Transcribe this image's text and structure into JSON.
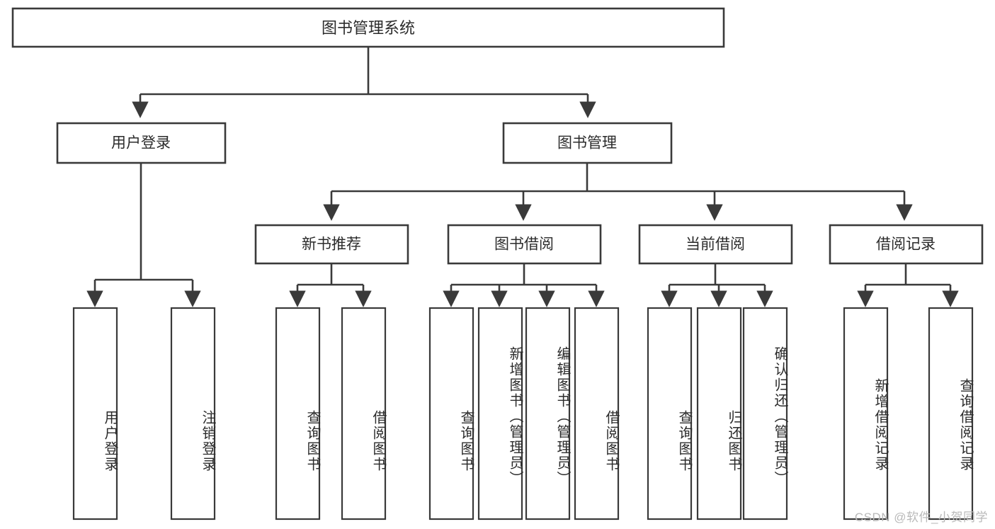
{
  "diagram": {
    "title": "图书管理系统",
    "watermark": "CSDN @软件_小贺同学",
    "type": "tree",
    "orientation": "top-down",
    "colors": {
      "background": "#ffffff",
      "box_fill": "#ffffff",
      "box_stroke": "#3a3a3a",
      "text": "#2b2b2b",
      "watermark": "#b9b9b9"
    },
    "root": {
      "label": "图书管理系统"
    },
    "level2": [
      {
        "id": "user-login",
        "label": "用户登录"
      },
      {
        "id": "book-manage",
        "label": "图书管理"
      }
    ],
    "level3": [
      {
        "id": "new-book-recommend",
        "label": "新书推荐",
        "parent": "book-manage"
      },
      {
        "id": "book-borrow",
        "label": "图书借阅",
        "parent": "book-manage"
      },
      {
        "id": "current-borrow",
        "label": "当前借阅",
        "parent": "book-manage"
      },
      {
        "id": "borrow-record",
        "label": "借阅记录",
        "parent": "book-manage"
      }
    ],
    "leaves": [
      {
        "id": "leaf-user-login",
        "label": "用户登录",
        "parent": "user-login"
      },
      {
        "id": "leaf-user-logout",
        "label": "注销登录",
        "parent": "user-login"
      },
      {
        "id": "leaf-query-book-1",
        "label": "查询图书",
        "parent": "new-book-recommend"
      },
      {
        "id": "leaf-borrow-book-1",
        "label": "借阅图书",
        "parent": "new-book-recommend"
      },
      {
        "id": "leaf-query-book-2",
        "label": "查询图书",
        "parent": "book-borrow"
      },
      {
        "id": "leaf-add-book",
        "label": "新增图书（管理员）",
        "parent": "book-borrow"
      },
      {
        "id": "leaf-edit-book",
        "label": "编辑图书（管理员）",
        "parent": "book-borrow"
      },
      {
        "id": "leaf-borrow-book-2",
        "label": "借阅图书",
        "parent": "book-borrow"
      },
      {
        "id": "leaf-query-book-3",
        "label": "查询图书",
        "parent": "current-borrow"
      },
      {
        "id": "leaf-return-book",
        "label": "归还图书",
        "parent": "current-borrow"
      },
      {
        "id": "leaf-confirm-return",
        "label": "确认归还（管理员）",
        "parent": "current-borrow"
      },
      {
        "id": "leaf-add-record",
        "label": "新增借阅记录",
        "parent": "borrow-record"
      },
      {
        "id": "leaf-query-record",
        "label": "查询借阅记录",
        "parent": "borrow-record"
      }
    ]
  }
}
